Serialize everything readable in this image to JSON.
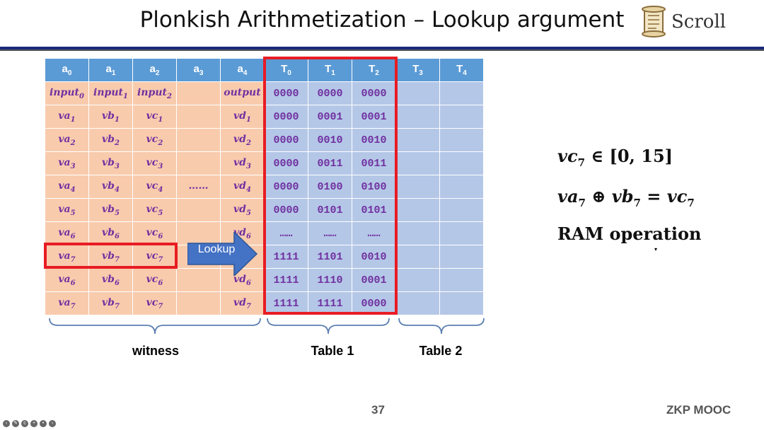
{
  "slide": {
    "title": "Plonkish Arithmetization – Lookup argument",
    "logo_text": "Scroll",
    "page_number": "37",
    "footer": "ZKP MOOC"
  },
  "table": {
    "headers": [
      {
        "base": "a",
        "sub": "0"
      },
      {
        "base": "a",
        "sub": "1"
      },
      {
        "base": "a",
        "sub": "2"
      },
      {
        "base": "a",
        "sub": "3"
      },
      {
        "base": "a",
        "sub": "4"
      },
      {
        "base": "T",
        "sub": "0"
      },
      {
        "base": "T",
        "sub": "1"
      },
      {
        "base": "T",
        "sub": "2"
      },
      {
        "base": "T",
        "sub": "3"
      },
      {
        "base": "T",
        "sub": "4"
      }
    ],
    "witness_rows": [
      [
        {
          "b": "input",
          "s": "0"
        },
        {
          "b": "input",
          "s": "1"
        },
        {
          "b": "input",
          "s": "2"
        },
        {
          "b": "",
          "s": ""
        },
        {
          "b": "output",
          "s": ""
        }
      ],
      [
        {
          "b": "va",
          "s": "1"
        },
        {
          "b": "vb",
          "s": "1"
        },
        {
          "b": "vc",
          "s": "1"
        },
        {
          "b": "",
          "s": ""
        },
        {
          "b": "vd",
          "s": "1"
        }
      ],
      [
        {
          "b": "va",
          "s": "2"
        },
        {
          "b": "vb",
          "s": "2"
        },
        {
          "b": "vc",
          "s": "2"
        },
        {
          "b": "",
          "s": ""
        },
        {
          "b": "vd",
          "s": "2"
        }
      ],
      [
        {
          "b": "va",
          "s": "3"
        },
        {
          "b": "vb",
          "s": "3"
        },
        {
          "b": "vc",
          "s": "3"
        },
        {
          "b": "",
          "s": ""
        },
        {
          "b": "vd",
          "s": "3"
        }
      ],
      [
        {
          "b": "va",
          "s": "4"
        },
        {
          "b": "vb",
          "s": "4"
        },
        {
          "b": "vc",
          "s": "4"
        },
        {
          "b": "……",
          "s": ""
        },
        {
          "b": "vd",
          "s": "4"
        }
      ],
      [
        {
          "b": "va",
          "s": "5"
        },
        {
          "b": "vb",
          "s": "5"
        },
        {
          "b": "vc",
          "s": "5"
        },
        {
          "b": "",
          "s": ""
        },
        {
          "b": "vd",
          "s": "5"
        }
      ],
      [
        {
          "b": "va",
          "s": "6"
        },
        {
          "b": "vb",
          "s": "6"
        },
        {
          "b": "vc",
          "s": "6"
        },
        {
          "b": "",
          "s": ""
        },
        {
          "b": "vd",
          "s": "6"
        }
      ],
      [
        {
          "b": "va",
          "s": "7"
        },
        {
          "b": "vb",
          "s": "7"
        },
        {
          "b": "vc",
          "s": "7"
        },
        {
          "b": "",
          "s": ""
        },
        {
          "b": "",
          "s": ""
        }
      ],
      [
        {
          "b": "va",
          "s": "6"
        },
        {
          "b": "vb",
          "s": "6"
        },
        {
          "b": "vc",
          "s": "6"
        },
        {
          "b": "",
          "s": ""
        },
        {
          "b": "vd",
          "s": "6"
        }
      ],
      [
        {
          "b": "va",
          "s": "7"
        },
        {
          "b": "vb",
          "s": "7"
        },
        {
          "b": "vc",
          "s": "7"
        },
        {
          "b": "",
          "s": ""
        },
        {
          "b": "vd",
          "s": "7"
        }
      ]
    ],
    "lookup_table_rows": [
      [
        "0000",
        "0000",
        "0000"
      ],
      [
        "0000",
        "0001",
        "0001"
      ],
      [
        "0000",
        "0010",
        "0010"
      ],
      [
        "0000",
        "0011",
        "0011"
      ],
      [
        "0000",
        "0100",
        "0100"
      ],
      [
        "0000",
        "0101",
        "0101"
      ],
      [
        "……",
        "……",
        "……"
      ],
      [
        "1111",
        "1101",
        "0010"
      ],
      [
        "1111",
        "1110",
        "0001"
      ],
      [
        "1111",
        "1111",
        "0000"
      ]
    ]
  },
  "arrow_label": "Lookup",
  "groups": {
    "witness": "witness",
    "table1": "Table 1",
    "table2": "Table 2"
  },
  "equations": {
    "eq1": {
      "var": "vc",
      "sub": "7",
      "rest": " ∈ [0, 15]"
    },
    "eq2": {
      "a": "va",
      "a_sub": "7",
      "op": " ⊕ ",
      "b": "vb",
      "b_sub": "7",
      "eq": " = ",
      "c": "vc",
      "c_sub": "7"
    },
    "eq3": "RAM operation"
  },
  "colors": {
    "header": "#5b9bd5",
    "witness_cell": "#f8cbad",
    "table_cell": "#b4c7e7",
    "highlight": "#e81c23",
    "text_purple": "#7030a0",
    "arrow": "#4472c4"
  }
}
